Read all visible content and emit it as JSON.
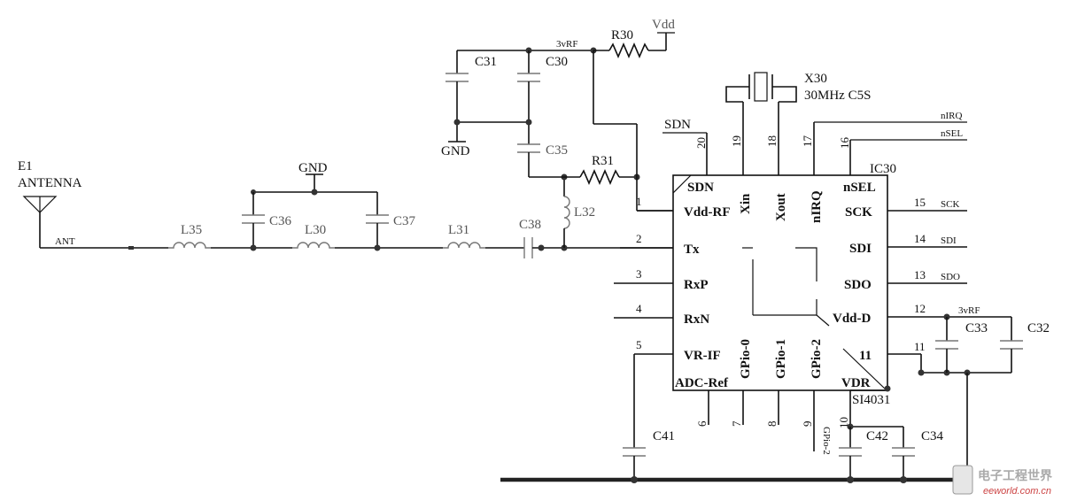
{
  "parts": {
    "e1": {
      "ref": "E1",
      "name": "ANTENNA"
    },
    "ant_net": "ANT",
    "gnd_top": "GND",
    "gnd_left": "GND",
    "l35": "L35",
    "l30": "L30",
    "l31": "L31",
    "l32": "L32",
    "c36": "C36",
    "c37": "C37",
    "c38": "C38",
    "c31": "C31",
    "c30": "C30",
    "c35": "C35",
    "c41": "C41",
    "c42": "C42",
    "c34": "C34",
    "c33": "C33",
    "c32": "C32",
    "r30": "R30",
    "r31": "R31",
    "vdd": "Vdd",
    "net_3vrf_top": "3vRF",
    "net_3vrf_right": "3vRF",
    "x30": {
      "ref": "X30",
      "value": "30MHz C5S"
    },
    "ic": {
      "ref": "IC30",
      "part": "SI4031"
    }
  },
  "nets": {
    "sdn": "SDN",
    "nirq": "nIRQ",
    "nsel": "nSEL",
    "sck": "SCK",
    "sdi": "SDI",
    "sdo": "SDO",
    "gpio2": "GPio-2"
  },
  "pins": {
    "left": [
      {
        "num": "1",
        "name": "Vdd-RF"
      },
      {
        "num": "2",
        "name": "Tx"
      },
      {
        "num": "3",
        "name": "RxP"
      },
      {
        "num": "4",
        "name": "RxN"
      },
      {
        "num": "5",
        "name": "VR-IF"
      }
    ],
    "right": [
      {
        "num": "15",
        "name": "SCK"
      },
      {
        "num": "14",
        "name": "SDI"
      },
      {
        "num": "13",
        "name": "SDO"
      },
      {
        "num": "12",
        "name": "Vdd-D"
      },
      {
        "num": "11",
        "name": "11"
      }
    ],
    "top": [
      {
        "num": "20",
        "name": "SDN"
      },
      {
        "num": "19",
        "name": "Xin"
      },
      {
        "num": "18",
        "name": "Xout"
      },
      {
        "num": "17",
        "name": "nIRQ"
      },
      {
        "num": "16",
        "name": "nSEL"
      }
    ],
    "bottom": [
      {
        "num": "6",
        "name": "ADC-Ref"
      },
      {
        "num": "7",
        "name": "GPio-0"
      },
      {
        "num": "8",
        "name": "GPio-1"
      },
      {
        "num": "9",
        "name": "GPio-2"
      },
      {
        "num": "10",
        "name": "VDR"
      }
    ],
    "pin11_ext": "11"
  },
  "watermark": {
    "cn": "电子工程世界",
    "url": "eeworld.com.cn"
  }
}
